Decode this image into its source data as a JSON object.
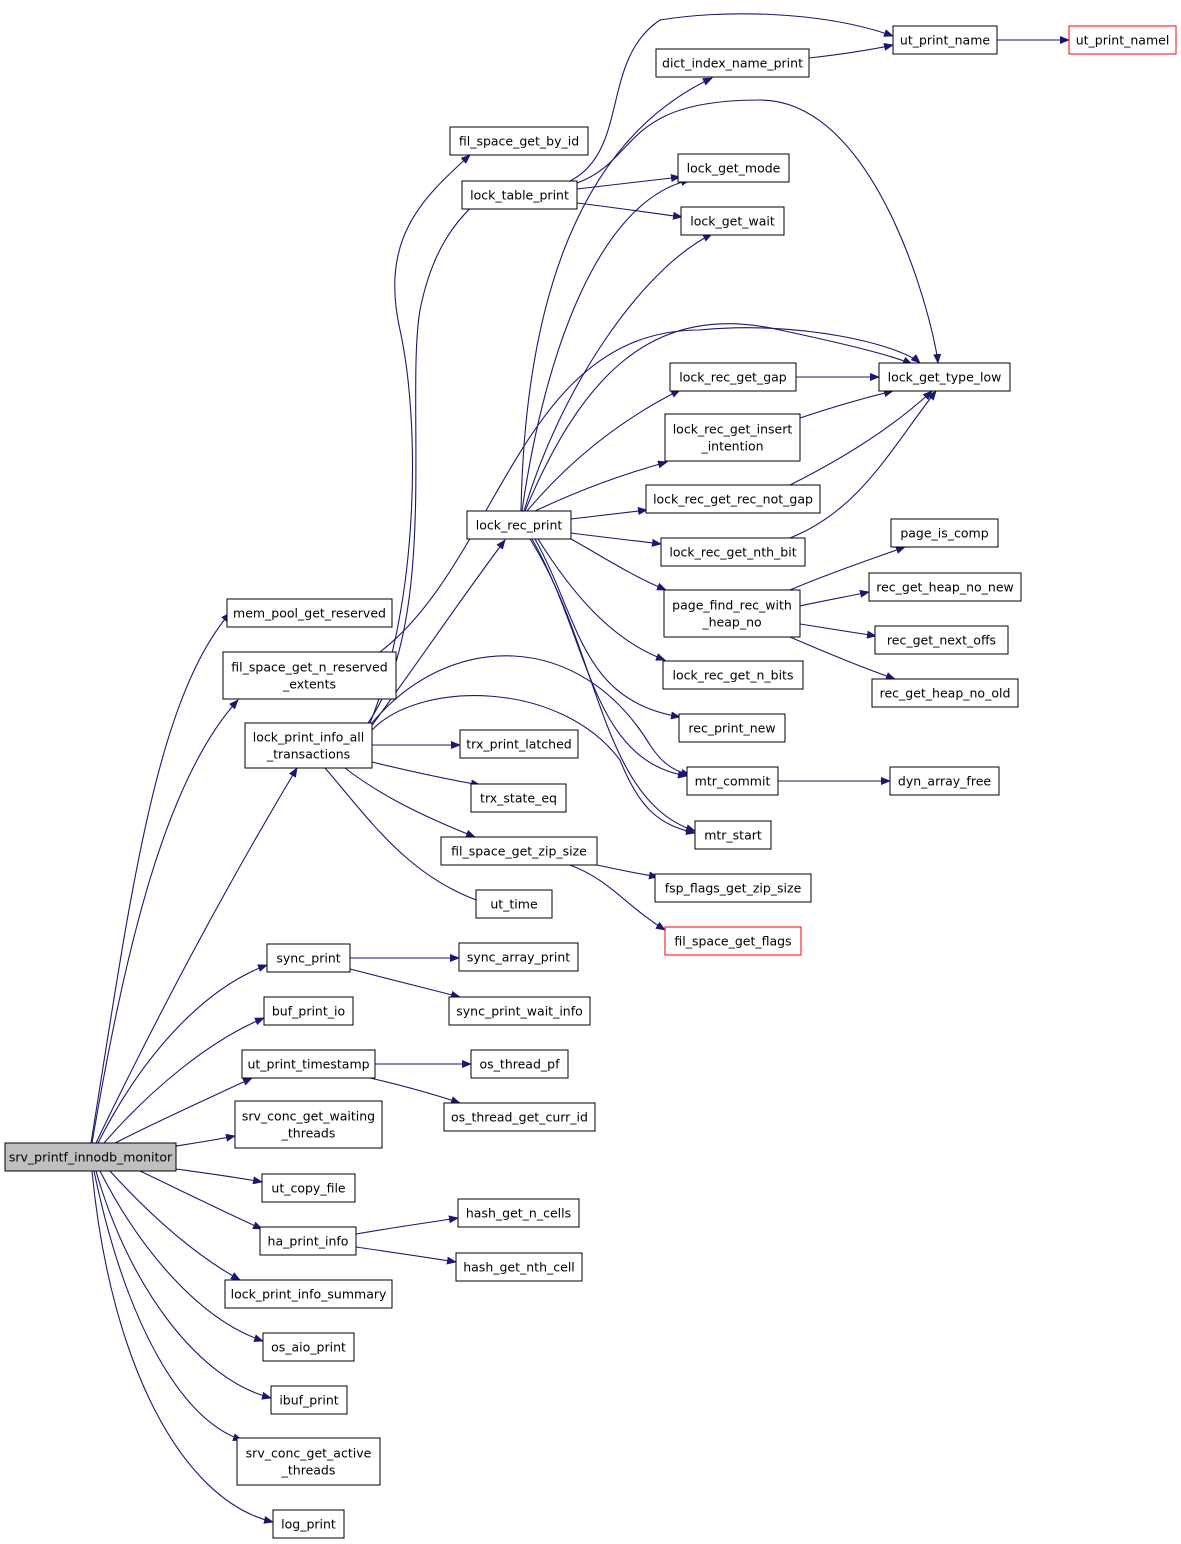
{
  "graph": {
    "root": "srv_printf_innodb_monitor",
    "nodes": [
      {
        "id": "srv_printf_innodb_monitor",
        "lines": [
          "srv_printf_innodb_monitor"
        ],
        "role": "root"
      },
      {
        "id": "mem_pool_get_reserved",
        "lines": [
          "mem_pool_get_reserved"
        ]
      },
      {
        "id": "fil_space_get_n_reserved_extents",
        "lines": [
          "fil_space_get_n_reserved",
          "_extents"
        ]
      },
      {
        "id": "lock_print_info_all_transactions",
        "lines": [
          "lock_print_info_all",
          "_transactions"
        ]
      },
      {
        "id": "sync_print",
        "lines": [
          "sync_print"
        ]
      },
      {
        "id": "buf_print_io",
        "lines": [
          "buf_print_io"
        ]
      },
      {
        "id": "ut_print_timestamp",
        "lines": [
          "ut_print_timestamp"
        ]
      },
      {
        "id": "srv_conc_get_waiting_threads",
        "lines": [
          "srv_conc_get_waiting",
          "_threads"
        ]
      },
      {
        "id": "ut_copy_file",
        "lines": [
          "ut_copy_file"
        ]
      },
      {
        "id": "ha_print_info",
        "lines": [
          "ha_print_info"
        ]
      },
      {
        "id": "lock_print_info_summary",
        "lines": [
          "lock_print_info_summary"
        ]
      },
      {
        "id": "os_aio_print",
        "lines": [
          "os_aio_print"
        ]
      },
      {
        "id": "ibuf_print",
        "lines": [
          "ibuf_print"
        ]
      },
      {
        "id": "srv_conc_get_active_threads",
        "lines": [
          "srv_conc_get_active",
          "_threads"
        ]
      },
      {
        "id": "log_print",
        "lines": [
          "log_print"
        ]
      },
      {
        "id": "fil_space_get_by_id",
        "lines": [
          "fil_space_get_by_id"
        ]
      },
      {
        "id": "lock_table_print",
        "lines": [
          "lock_table_print"
        ]
      },
      {
        "id": "lock_rec_print",
        "lines": [
          "lock_rec_print"
        ]
      },
      {
        "id": "trx_print_latched",
        "lines": [
          "trx_print_latched"
        ]
      },
      {
        "id": "trx_state_eq",
        "lines": [
          "trx_state_eq"
        ]
      },
      {
        "id": "fil_space_get_zip_size",
        "lines": [
          "fil_space_get_zip_size"
        ]
      },
      {
        "id": "ut_time",
        "lines": [
          "ut_time"
        ]
      },
      {
        "id": "sync_array_print",
        "lines": [
          "sync_array_print"
        ]
      },
      {
        "id": "sync_print_wait_info",
        "lines": [
          "sync_print_wait_info"
        ]
      },
      {
        "id": "os_thread_pf",
        "lines": [
          "os_thread_pf"
        ]
      },
      {
        "id": "os_thread_get_curr_id",
        "lines": [
          "os_thread_get_curr_id"
        ]
      },
      {
        "id": "hash_get_n_cells",
        "lines": [
          "hash_get_n_cells"
        ]
      },
      {
        "id": "hash_get_nth_cell",
        "lines": [
          "hash_get_nth_cell"
        ]
      },
      {
        "id": "dict_index_name_print",
        "lines": [
          "dict_index_name_print"
        ]
      },
      {
        "id": "lock_get_mode",
        "lines": [
          "lock_get_mode"
        ]
      },
      {
        "id": "lock_get_wait",
        "lines": [
          "lock_get_wait"
        ]
      },
      {
        "id": "lock_rec_get_gap",
        "lines": [
          "lock_rec_get_gap"
        ]
      },
      {
        "id": "lock_rec_get_insert_intention",
        "lines": [
          "lock_rec_get_insert",
          "_intention"
        ]
      },
      {
        "id": "lock_rec_get_rec_not_gap",
        "lines": [
          "lock_rec_get_rec_not_gap"
        ]
      },
      {
        "id": "lock_rec_get_nth_bit",
        "lines": [
          "lock_rec_get_nth_bit"
        ]
      },
      {
        "id": "page_find_rec_with_heap_no",
        "lines": [
          "page_find_rec_with",
          "_heap_no"
        ]
      },
      {
        "id": "lock_rec_get_n_bits",
        "lines": [
          "lock_rec_get_n_bits"
        ]
      },
      {
        "id": "rec_print_new",
        "lines": [
          "rec_print_new"
        ]
      },
      {
        "id": "mtr_commit",
        "lines": [
          "mtr_commit"
        ]
      },
      {
        "id": "mtr_start",
        "lines": [
          "mtr_start"
        ]
      },
      {
        "id": "fsp_flags_get_zip_size",
        "lines": [
          "fsp_flags_get_zip_size"
        ]
      },
      {
        "id": "fil_space_get_flags",
        "lines": [
          "fil_space_get_flags"
        ],
        "role": "truncated"
      },
      {
        "id": "ut_print_name",
        "lines": [
          "ut_print_name"
        ]
      },
      {
        "id": "ut_print_namel",
        "lines": [
          "ut_print_namel"
        ],
        "role": "truncated"
      },
      {
        "id": "lock_get_type_low",
        "lines": [
          "lock_get_type_low"
        ]
      },
      {
        "id": "page_is_comp",
        "lines": [
          "page_is_comp"
        ]
      },
      {
        "id": "rec_get_heap_no_new",
        "lines": [
          "rec_get_heap_no_new"
        ]
      },
      {
        "id": "rec_get_next_offs",
        "lines": [
          "rec_get_next_offs"
        ]
      },
      {
        "id": "rec_get_heap_no_old",
        "lines": [
          "rec_get_heap_no_old"
        ]
      },
      {
        "id": "dyn_array_free",
        "lines": [
          "dyn_array_free"
        ]
      }
    ],
    "edges": [
      [
        "srv_printf_innodb_monitor",
        "mem_pool_get_reserved"
      ],
      [
        "srv_printf_innodb_monitor",
        "fil_space_get_n_reserved_extents"
      ],
      [
        "srv_printf_innodb_monitor",
        "lock_print_info_all_transactions"
      ],
      [
        "srv_printf_innodb_monitor",
        "sync_print"
      ],
      [
        "srv_printf_innodb_monitor",
        "buf_print_io"
      ],
      [
        "srv_printf_innodb_monitor",
        "ut_print_timestamp"
      ],
      [
        "srv_printf_innodb_monitor",
        "srv_conc_get_waiting_threads"
      ],
      [
        "srv_printf_innodb_monitor",
        "ut_copy_file"
      ],
      [
        "srv_printf_innodb_monitor",
        "ha_print_info"
      ],
      [
        "srv_printf_innodb_monitor",
        "lock_print_info_summary"
      ],
      [
        "srv_printf_innodb_monitor",
        "os_aio_print"
      ],
      [
        "srv_printf_innodb_monitor",
        "ibuf_print"
      ],
      [
        "srv_printf_innodb_monitor",
        "srv_conc_get_active_threads"
      ],
      [
        "srv_printf_innodb_monitor",
        "log_print"
      ],
      [
        "fil_space_get_n_reserved_extents",
        "lock_get_type_low"
      ],
      [
        "lock_print_info_all_transactions",
        "fil_space_get_by_id"
      ],
      [
        "lock_print_info_all_transactions",
        "lock_table_print"
      ],
      [
        "lock_print_info_all_transactions",
        "lock_rec_print"
      ],
      [
        "lock_print_info_all_transactions",
        "trx_print_latched"
      ],
      [
        "lock_print_info_all_transactions",
        "trx_state_eq"
      ],
      [
        "lock_print_info_all_transactions",
        "fil_space_get_zip_size"
      ],
      [
        "lock_print_info_all_transactions",
        "ut_time"
      ],
      [
        "lock_print_info_all_transactions",
        "mtr_commit"
      ],
      [
        "lock_print_info_all_transactions",
        "mtr_start"
      ],
      [
        "lock_table_print",
        "ut_print_name"
      ],
      [
        "lock_table_print",
        "lock_get_mode"
      ],
      [
        "lock_table_print",
        "lock_get_wait"
      ],
      [
        "lock_table_print",
        "lock_get_type_low"
      ],
      [
        "lock_rec_print",
        "dict_index_name_print"
      ],
      [
        "lock_rec_print",
        "lock_get_mode"
      ],
      [
        "lock_rec_print",
        "lock_get_wait"
      ],
      [
        "lock_rec_print",
        "lock_get_type_low"
      ],
      [
        "lock_rec_print",
        "lock_rec_get_gap"
      ],
      [
        "lock_rec_print",
        "lock_rec_get_insert_intention"
      ],
      [
        "lock_rec_print",
        "lock_rec_get_rec_not_gap"
      ],
      [
        "lock_rec_print",
        "lock_rec_get_nth_bit"
      ],
      [
        "lock_rec_print",
        "page_find_rec_with_heap_no"
      ],
      [
        "lock_rec_print",
        "lock_rec_get_n_bits"
      ],
      [
        "lock_rec_print",
        "rec_print_new"
      ],
      [
        "lock_rec_print",
        "mtr_commit"
      ],
      [
        "lock_rec_print",
        "mtr_start"
      ],
      [
        "dict_index_name_print",
        "ut_print_name"
      ],
      [
        "ut_print_name",
        "ut_print_namel"
      ],
      [
        "lock_rec_get_gap",
        "lock_get_type_low"
      ],
      [
        "lock_rec_get_insert_intention",
        "lock_get_type_low"
      ],
      [
        "lock_rec_get_rec_not_gap",
        "lock_get_type_low"
      ],
      [
        "lock_rec_get_nth_bit",
        "lock_get_type_low"
      ],
      [
        "page_find_rec_with_heap_no",
        "page_is_comp"
      ],
      [
        "page_find_rec_with_heap_no",
        "rec_get_heap_no_new"
      ],
      [
        "page_find_rec_with_heap_no",
        "rec_get_next_offs"
      ],
      [
        "page_find_rec_with_heap_no",
        "rec_get_heap_no_old"
      ],
      [
        "mtr_commit",
        "dyn_array_free"
      ],
      [
        "fil_space_get_zip_size",
        "fsp_flags_get_zip_size"
      ],
      [
        "fil_space_get_zip_size",
        "fil_space_get_flags"
      ],
      [
        "sync_print",
        "sync_array_print"
      ],
      [
        "sync_print",
        "sync_print_wait_info"
      ],
      [
        "ut_print_timestamp",
        "os_thread_pf"
      ],
      [
        "ut_print_timestamp",
        "os_thread_get_curr_id"
      ],
      [
        "ha_print_info",
        "hash_get_n_cells"
      ],
      [
        "ha_print_info",
        "hash_get_nth_cell"
      ]
    ],
    "colors": {
      "edge": "#191970",
      "root_fill": "#bfbfbf",
      "node_border": "#000000",
      "truncated_border": "#ff0000"
    }
  }
}
